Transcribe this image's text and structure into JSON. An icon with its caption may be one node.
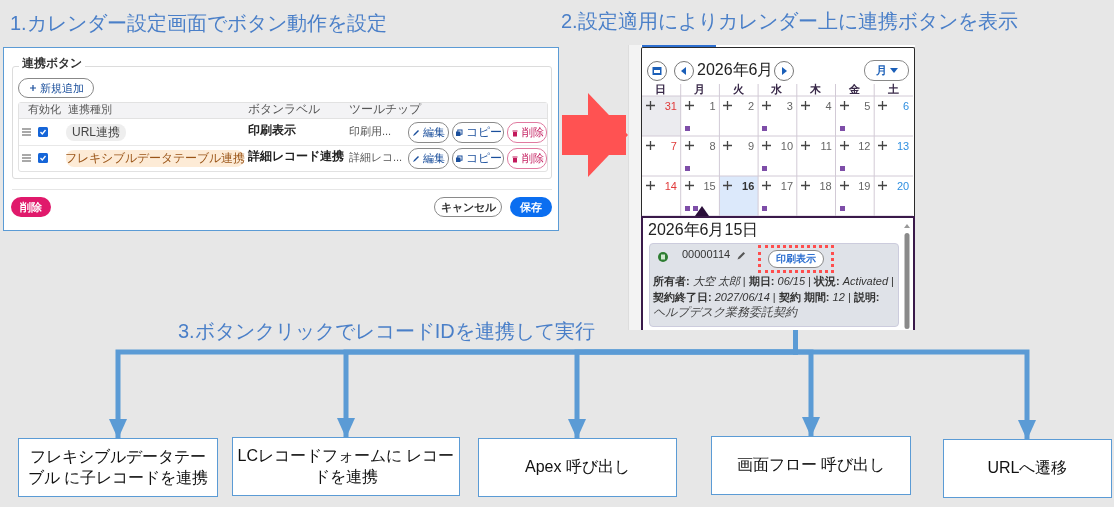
{
  "diagram": {
    "nodes": [
      {
        "text": [],
        "shape": "box",
        "beside": [
          "1.カレンダー設定画面でボタン動作を設定"
        ]
      },
      {
        "text": [],
        "shape": "box",
        "beside": [
          "2.設定適用によりカレンダー上に連携ボタンを表示"
        ]
      },
      {
        "text": [
          "印刷表示"
        ],
        "in": 1
      },
      {
        "text": [
          "フレキシブルデータテーブル に子レコードを連携"
        ]
      },
      {
        "text": [
          "LCレコードフォームに レコードを連携"
        ]
      },
      {
        "text": [
          "Apex 呼び出し"
        ]
      },
      {
        "text": [
          "画面フロー 呼び出し"
        ]
      },
      {
        "text": [
          "URLへ遷移"
        ]
      }
    ],
    "edges": [
      {
        "from": 0,
        "to": 1,
        "arrow": "to",
        "style": "thick",
        "color": "#ff5252"
      },
      {
        "from": 2,
        "to": 3,
        "arrow": "to"
      },
      {
        "from": 2,
        "to": 4,
        "arrow": "to"
      },
      {
        "from": 2,
        "to": 5,
        "arrow": "to"
      },
      {
        "from": 2,
        "to": 6,
        "arrow": "to"
      },
      {
        "from": 2,
        "to": 7,
        "arrow": "to"
      }
    ],
    "labels": [
      "連携ボタン",
      "新規追加",
      "有効化",
      "連携種別",
      "ボタンラベル",
      "ツールチップ",
      "URL連携",
      "印刷表示",
      "印刷用...",
      "編集",
      "コピー",
      "削除",
      "フレキシブルデータテーブル連携",
      "詳細レコード連携",
      "詳細レコ...",
      "編集",
      "コピー",
      "削除",
      "削除",
      "キャンセル",
      "保存",
      "2026年6月",
      "月",
      "日",
      "月",
      "火",
      "水",
      "木",
      "金",
      "土",
      "31",
      "1",
      "2",
      "3",
      "4",
      "5",
      "6",
      "7",
      "8",
      "9",
      "10",
      "11",
      "12",
      "13",
      "14",
      "15",
      "16",
      "17",
      "18",
      "19",
      "20",
      "2026年6月15日",
      "00000114",
      "**所有者:** *大空 太郎* | **期日:** *06/15* | **状況:** *Activated* |",
      "**契約終了日:** *2027/06/14* | **契約 期間:** *12* | **説明:**",
      "ヘルプデスク業務委託契約",
      "3.ボタンクリックでレコードIDを連携して実行"
    ]
  }
}
